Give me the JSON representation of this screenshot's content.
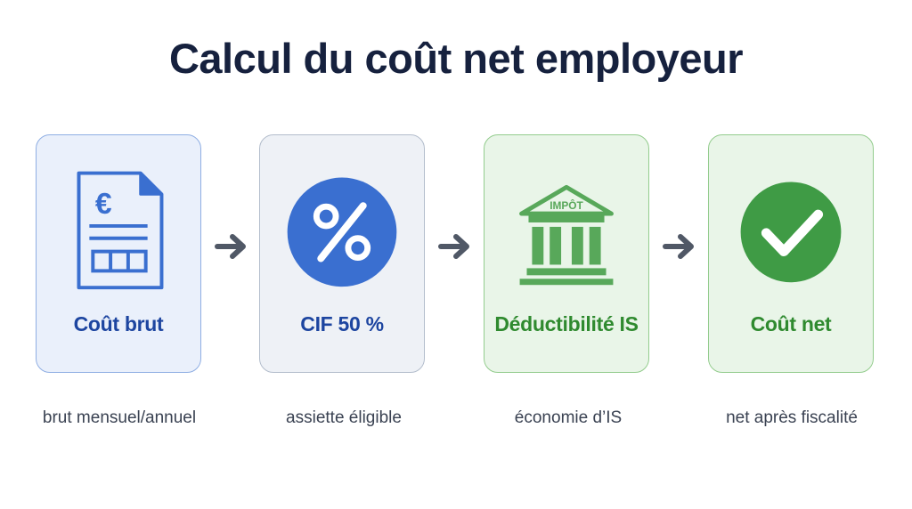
{
  "title": "Calcul du coût net employeur",
  "steps": [
    {
      "label": "Coût brut",
      "caption": "brut mensuel/annuel",
      "icon": "euro-document-icon",
      "color": "#3a6fd0"
    },
    {
      "label": "CIF 50 %",
      "caption": "assiette éligible",
      "icon": "percent-icon",
      "color": "#3a6fd0"
    },
    {
      "label": "Déductibilité IS",
      "caption": "économie d’IS",
      "icon": "bank-building-icon",
      "icon_text": "IMPÔT",
      "color": "#58a85a"
    },
    {
      "label": "Coût net",
      "caption": "net après fiscalité",
      "icon": "checkmark-icon",
      "color": "#3f9b45"
    }
  ],
  "arrow_icon": "arrow-right-icon"
}
